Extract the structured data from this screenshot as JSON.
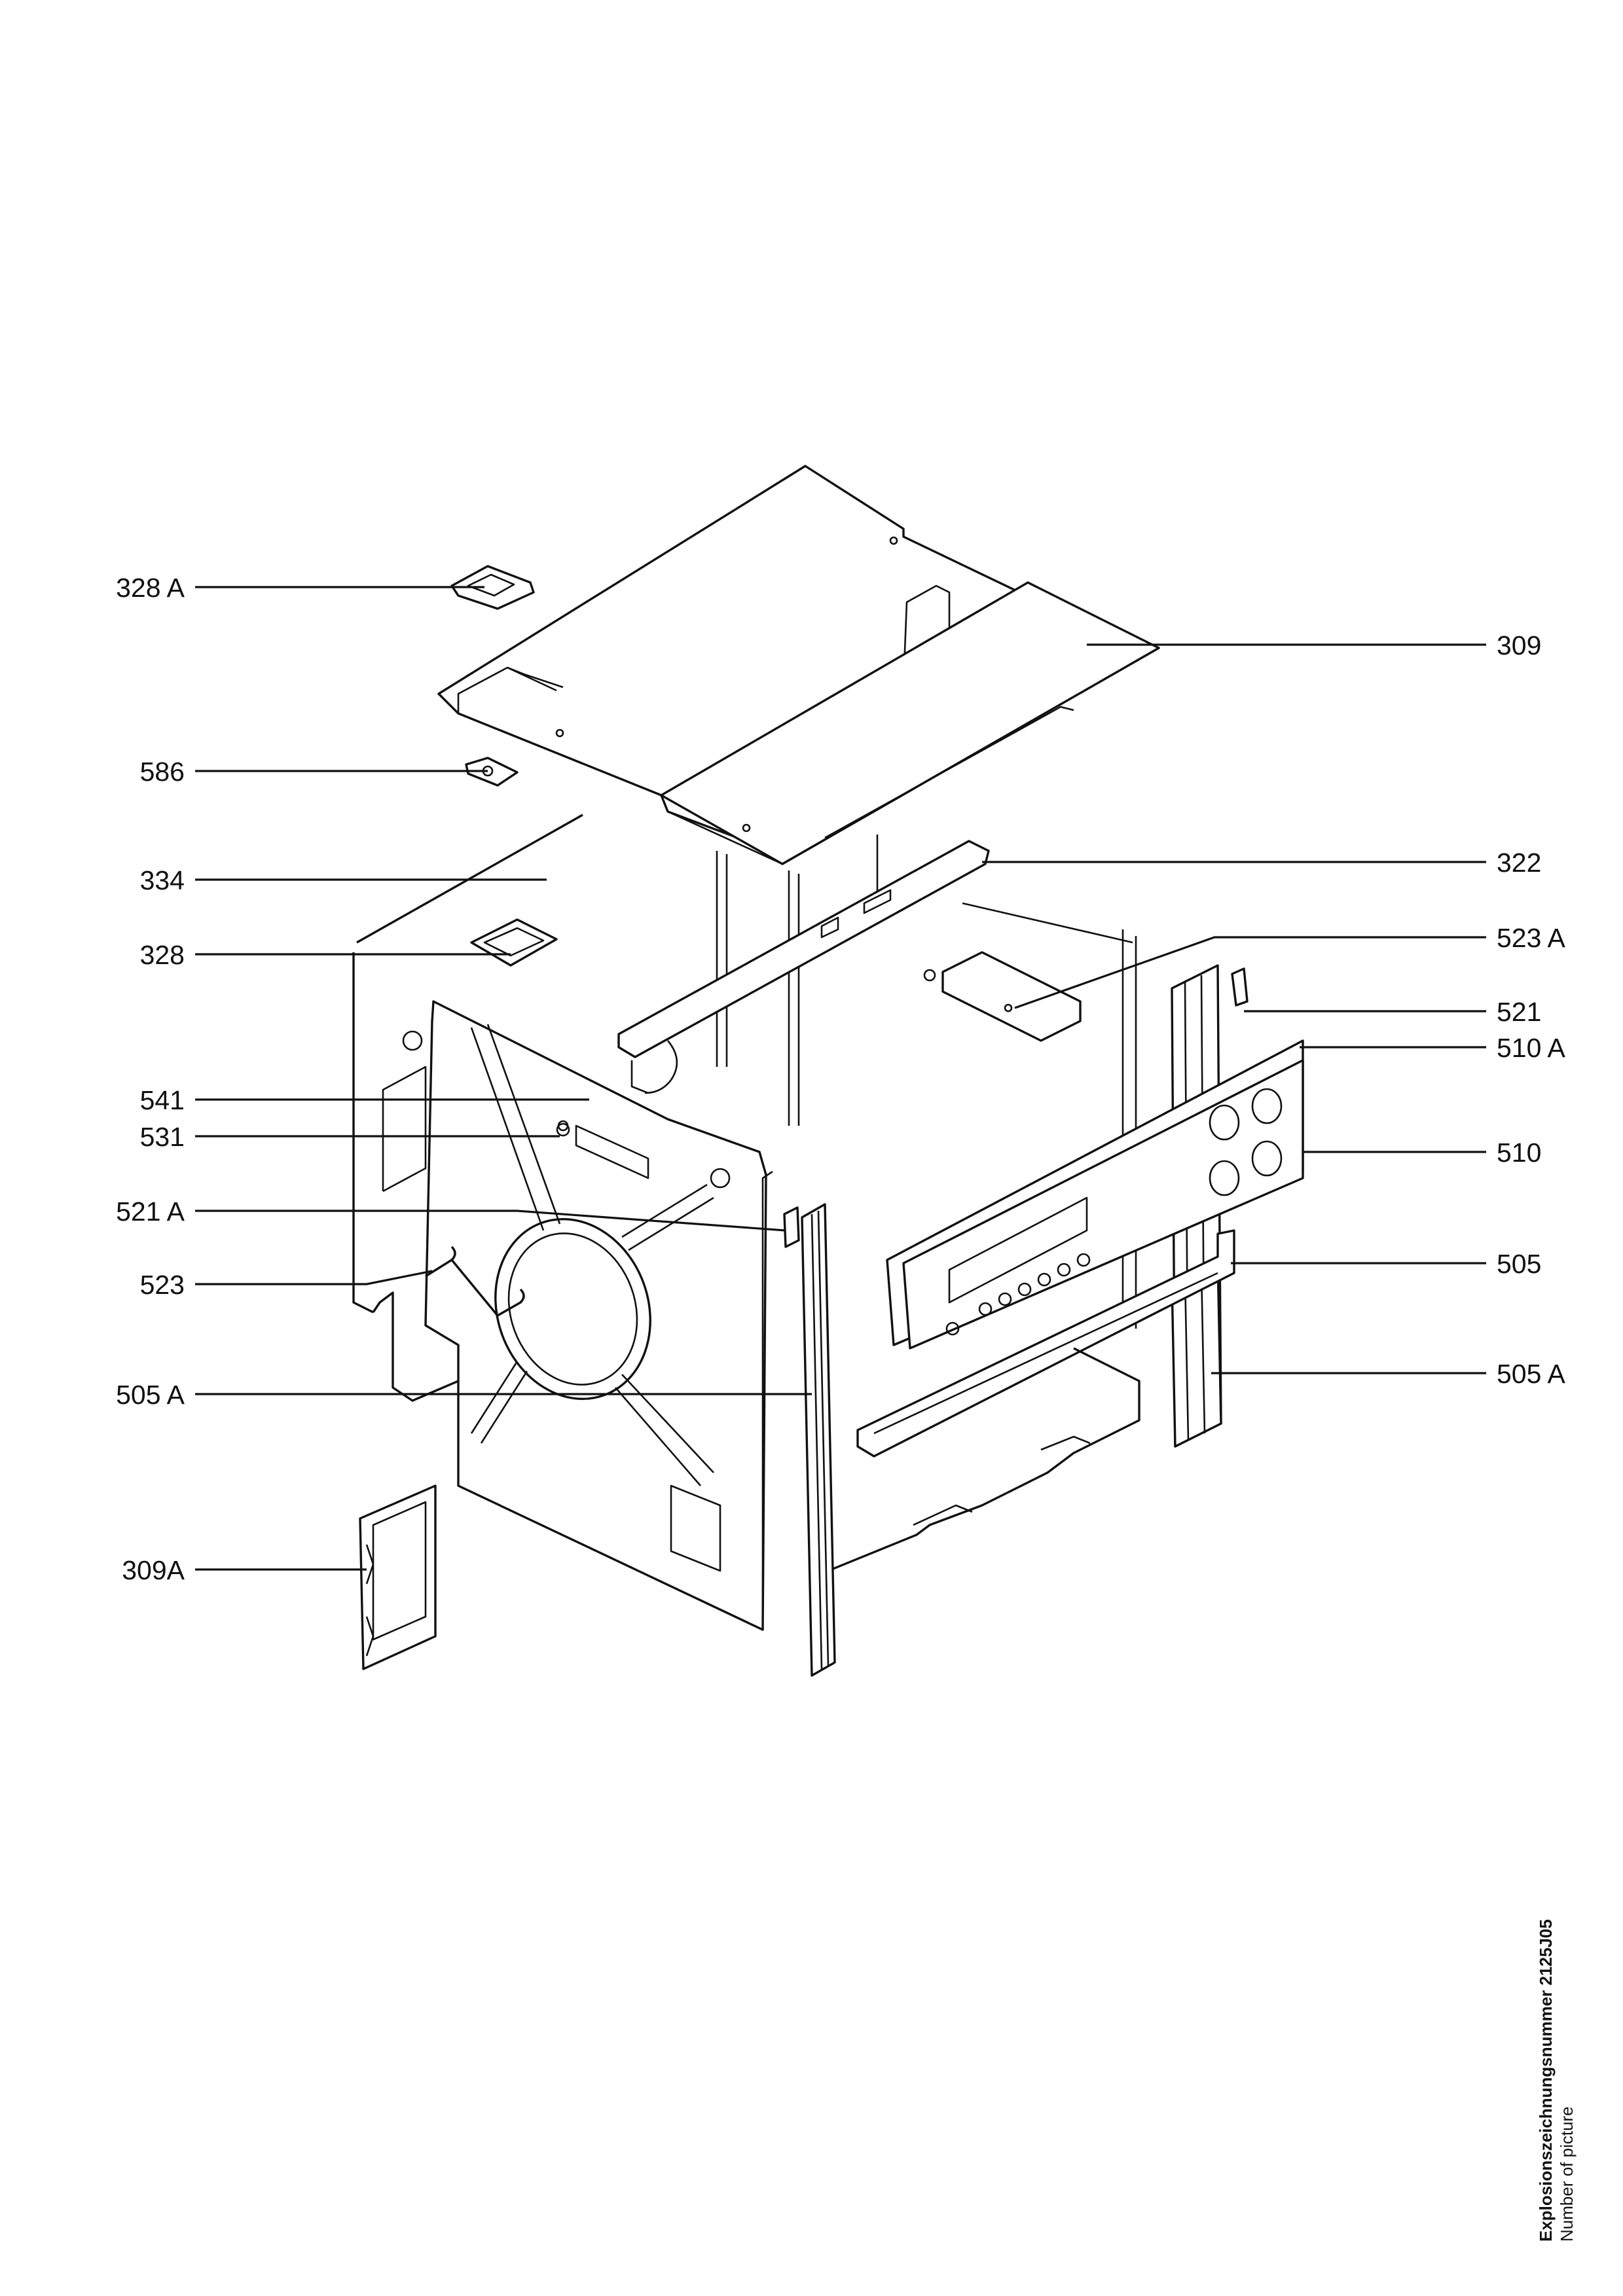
{
  "labels_left": [
    {
      "id": "328A",
      "text": "328 A"
    },
    {
      "id": "586",
      "text": "586"
    },
    {
      "id": "334",
      "text": "334"
    },
    {
      "id": "328",
      "text": "328"
    },
    {
      "id": "541",
      "text": "541"
    },
    {
      "id": "531",
      "text": "531"
    },
    {
      "id": "521A",
      "text": "521 A"
    },
    {
      "id": "523",
      "text": "523"
    },
    {
      "id": "505A",
      "text": "505 A"
    },
    {
      "id": "309A",
      "text": "309A"
    }
  ],
  "labels_right": [
    {
      "id": "309",
      "text": "309"
    },
    {
      "id": "322",
      "text": "322"
    },
    {
      "id": "523A",
      "text": "523 A"
    },
    {
      "id": "521",
      "text": "521"
    },
    {
      "id": "510A",
      "text": "510 A"
    },
    {
      "id": "510",
      "text": "510"
    },
    {
      "id": "505",
      "text": "505"
    },
    {
      "id": "505A_r",
      "text": "505 A"
    }
  ],
  "caption": {
    "line1": "Explosionszeichnungsnummer 2125J05",
    "line2": "Number of picture"
  }
}
